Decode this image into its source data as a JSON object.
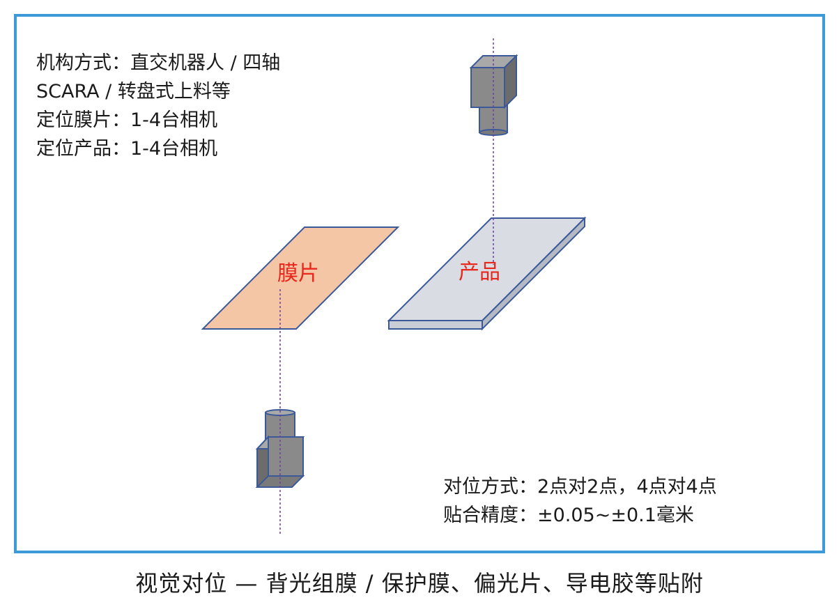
{
  "info": {
    "line1": "机构方式：直交机器人 / 四轴",
    "line2": "SCARA / 转盘式上料等",
    "line3": "定位膜片：1-4台相机",
    "line4": "定位产品：1-4台相机"
  },
  "labels": {
    "film": "膜片",
    "product": "产品"
  },
  "specs": {
    "line1": "对位方式：2点对2点，4点对4点",
    "line2": "贴合精度：±0.05~±0.1毫米"
  },
  "caption": "视觉对位 — 背光组膜 / 保护膜、偏光片、导电胶等贴附",
  "colors": {
    "frame": "#3d9ad8",
    "film_fill": "#f5c6a5",
    "product_fill": "#d9dde3",
    "outline": "#3b5998",
    "label_red": "#e8261c",
    "axis_line": "#6a3fa0",
    "camera_front": "#8a8a8a",
    "camera_top": "#a9a9a9",
    "camera_side": "#6c6c6c"
  },
  "icons": {
    "top_camera": "camera-icon",
    "bottom_camera": "camera-icon"
  }
}
